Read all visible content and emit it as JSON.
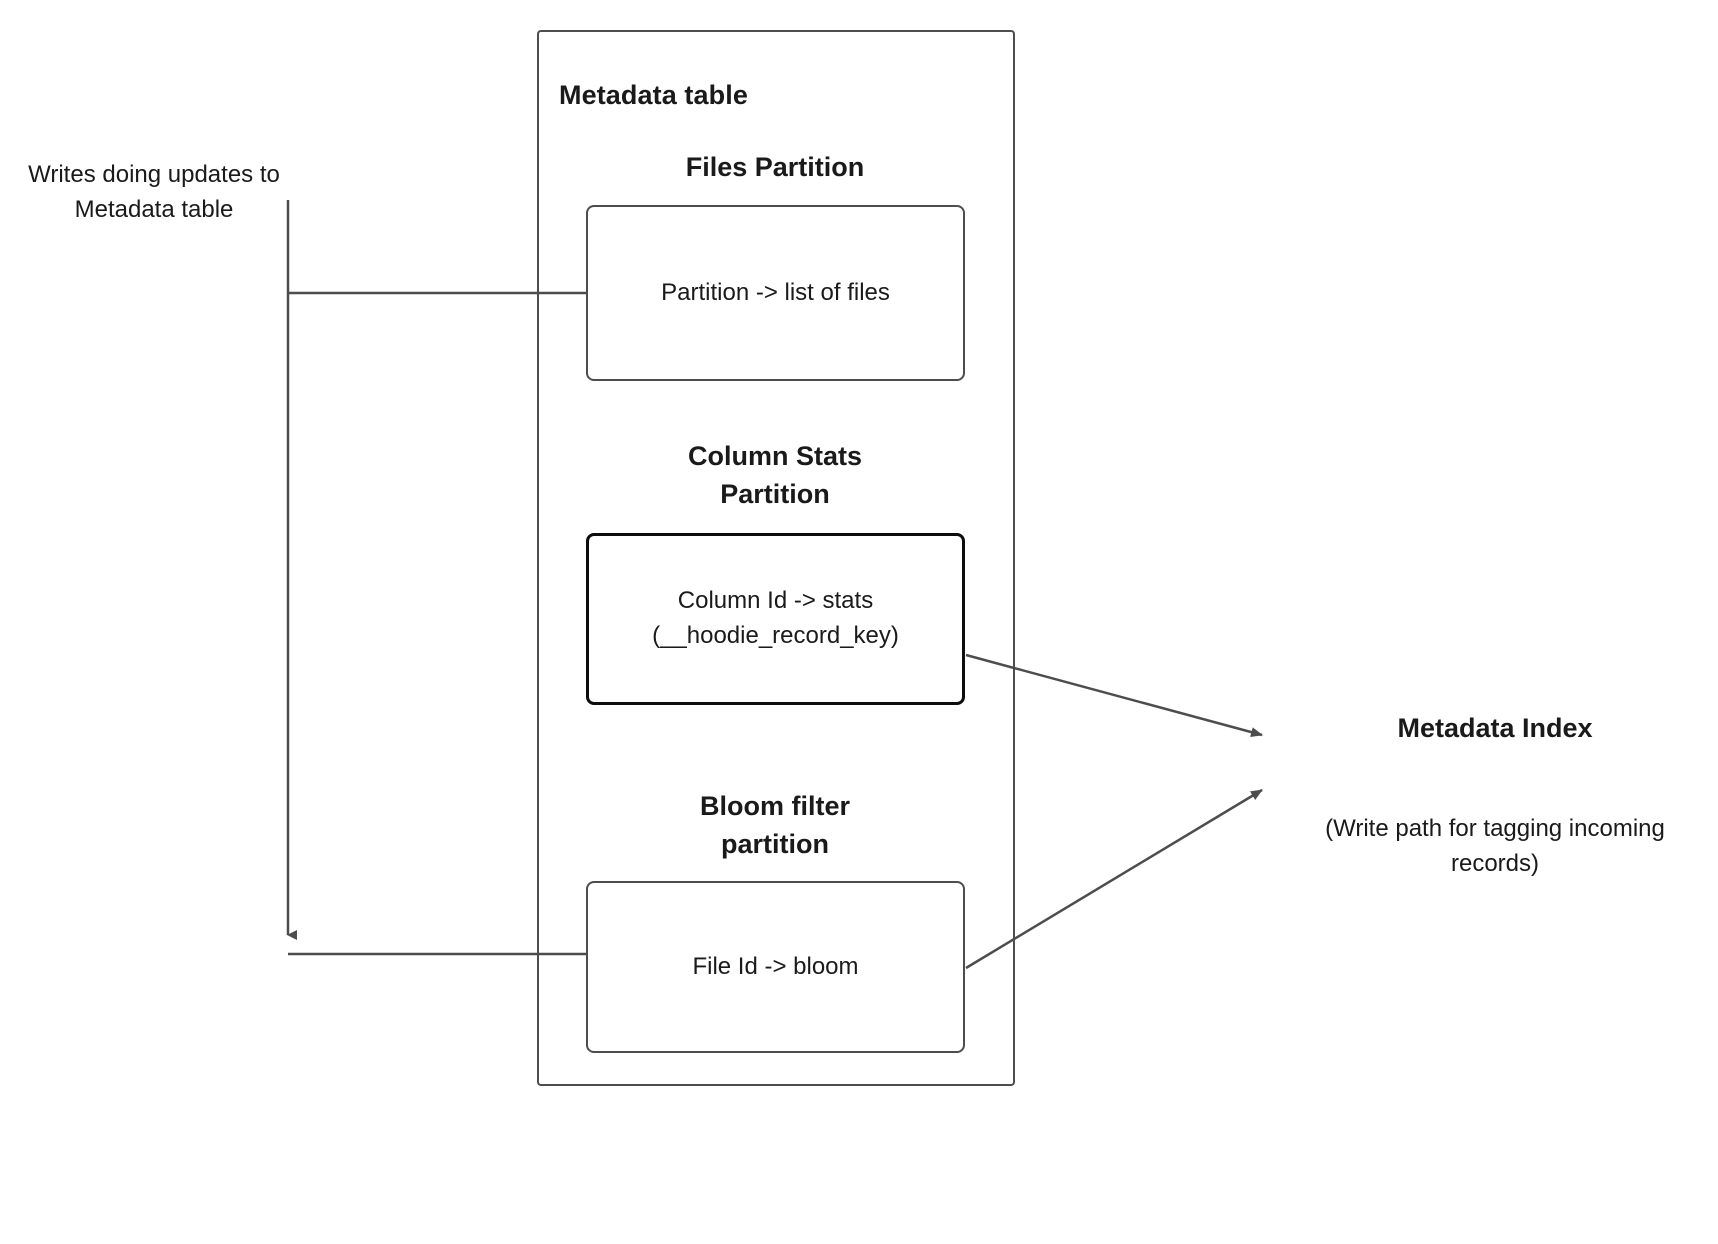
{
  "diagram": {
    "title": "Metadata table",
    "container": {
      "name": "Metadata table"
    },
    "left_caption": "Writes doing updates to Metadata table",
    "sections": [
      {
        "heading": "Files Partition",
        "box_text": "Partition -> list of files"
      },
      {
        "heading": "Column Stats Partition",
        "box_text_line1": "Column Id  -> stats",
        "box_text_line2": "(__hoodie_record_key)"
      },
      {
        "heading": "Bloom filter partition",
        "box_text": "File Id -> bloom"
      }
    ],
    "right": {
      "title": "Metadata Index",
      "note": "(Write path for tagging incoming records)"
    },
    "colors": {
      "stroke": "#4d4d4d",
      "stroke_strong": "#0d0d0d",
      "text": "#1a1a1a",
      "background": "#ffffff"
    }
  }
}
